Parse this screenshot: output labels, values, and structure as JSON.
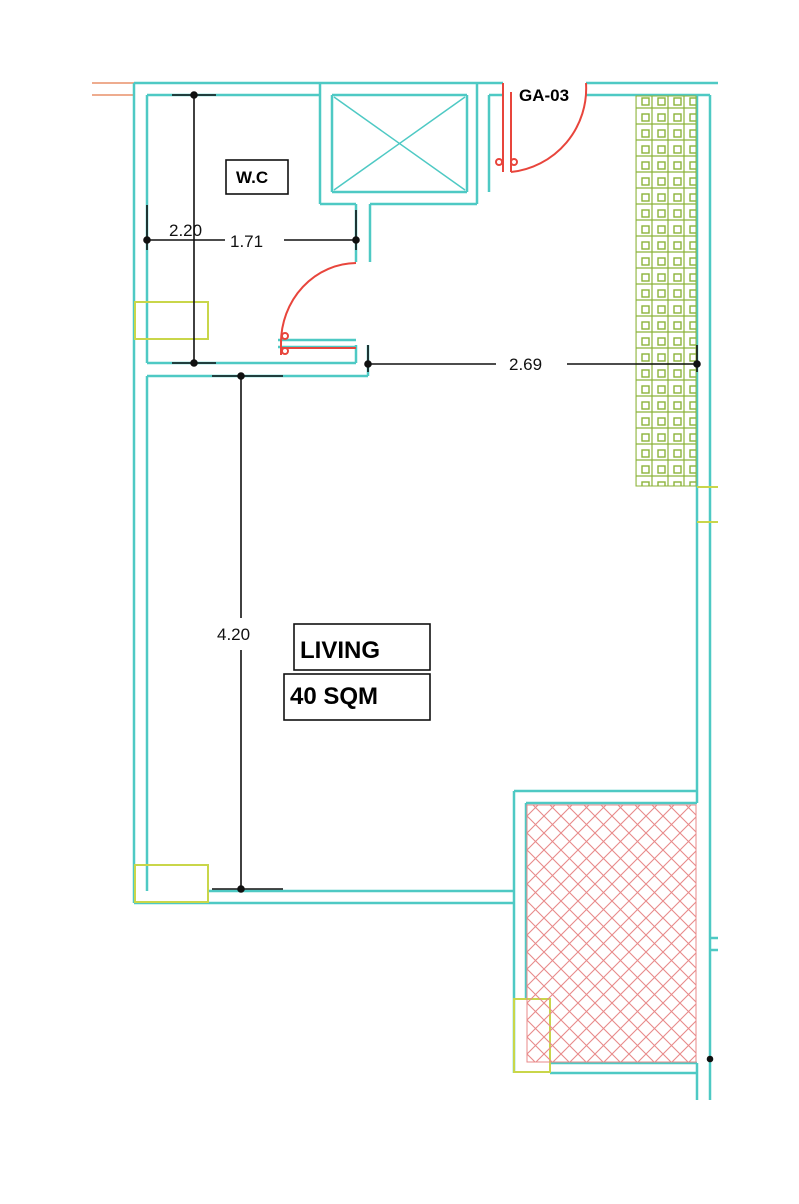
{
  "labels": {
    "wc": "W.C",
    "door_tag": "GA-03",
    "living": "LIVING",
    "area": "40 SQM"
  },
  "dimensions": {
    "wc_height": "2.20",
    "wc_width": "1.71",
    "top_span": "2.69",
    "living_height": "4.20"
  },
  "colors": {
    "wall": "#4ec9c4",
    "door": "#e8453c",
    "dimension": "#111111",
    "yellow_mark": "#c9d64a",
    "green_hatch": "#8cb33a",
    "red_hatch": "#e88a8a"
  }
}
